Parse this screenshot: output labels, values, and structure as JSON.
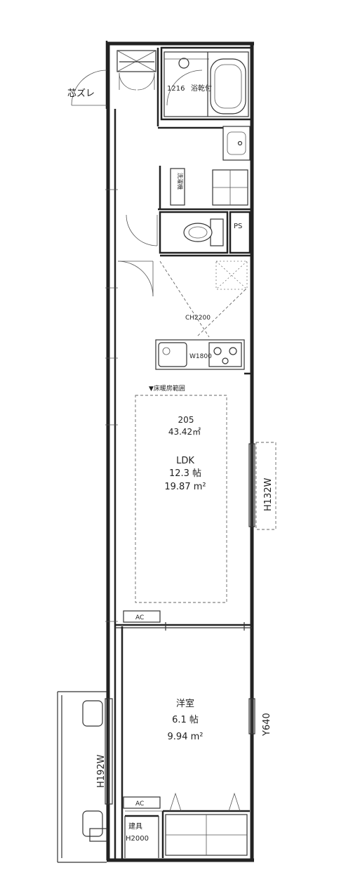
{
  "labels": {
    "shin_zure": "芯ズレ",
    "bath_size": "1216",
    "bath_dryer": "浴乾付",
    "washer": "洗濯機",
    "ps": "PS",
    "ceiling_height": "CH2200",
    "kitchen_width": "W1800",
    "floor_heating": "▼床暖房範囲",
    "room_number": "205",
    "total_area": "43.42㎡",
    "ldk_name": "LDK",
    "ldk_tatami": "12.3 帖",
    "ldk_area": "19.87 m²",
    "window_ldk": "H132W",
    "ac_ldk": "AC",
    "western_name": "洋室",
    "western_tatami": "6.1 帖",
    "western_area": "9.94 m²",
    "window_balcony": "H192W",
    "window_side": "Y640",
    "ac_western": "AC",
    "shoe_cabinet": "建具",
    "door_height": "H2000"
  }
}
